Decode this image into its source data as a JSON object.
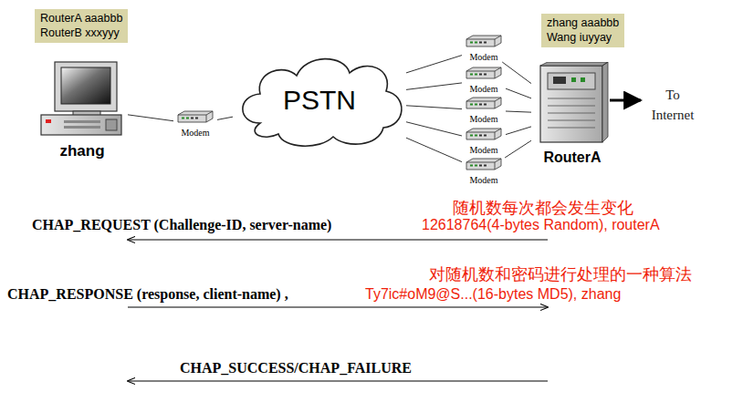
{
  "diagram": {
    "nodes": [
      {
        "text": [
          "RouterA aaabbb",
          "RouterB xxxyyy"
        ]
      },
      {
        "text": [
          "zhang aaabbb",
          "Wang iuyyay"
        ]
      },
      {
        "text": [
          "zhang"
        ]
      },
      {
        "text": [
          "Modem"
        ]
      },
      {
        "text": [
          "PSTN"
        ]
      },
      {
        "text": [
          "Modem"
        ]
      },
      {
        "text": [
          "Modem"
        ]
      },
      {
        "text": [
          "Modem"
        ]
      },
      {
        "text": [
          "Modem"
        ]
      },
      {
        "text": [
          "Modem"
        ]
      },
      {
        "text": [
          "RouterA"
        ]
      }
    ],
    "edges": [
      {
        "from": 2,
        "to": 3,
        "arrow": "none"
      },
      {
        "from": 3,
        "to": 4,
        "arrow": "none"
      },
      {
        "from": 4,
        "to": 5,
        "arrow": "none"
      },
      {
        "from": 4,
        "to": 6,
        "arrow": "none"
      },
      {
        "from": 4,
        "to": 7,
        "arrow": "none"
      },
      {
        "from": 4,
        "to": 8,
        "arrow": "none"
      },
      {
        "from": 4,
        "to": 9,
        "arrow": "none"
      },
      {
        "from": 5,
        "to": 10,
        "arrow": "none"
      },
      {
        "from": 6,
        "to": 10,
        "arrow": "none"
      },
      {
        "from": 7,
        "to": 10,
        "arrow": "none"
      },
      {
        "from": 8,
        "to": 10,
        "arrow": "none"
      },
      {
        "from": 9,
        "to": 10,
        "arrow": "none"
      }
    ],
    "labels": [
      "To Internet",
      "随机数每次都会发生变化",
      "CHAP_REQUEST (Challenge-ID, server-name)",
      "12618764(4-bytes Random), routerA",
      "对随机数和密码进行处理的一种算法",
      "CHAP_RESPONSE (response, client-name) ,",
      "Ty7ic#oM9@S...(16-bytes MD5), zhang",
      "CHAP_SUCCESS/CHAP_FAILURE"
    ]
  }
}
